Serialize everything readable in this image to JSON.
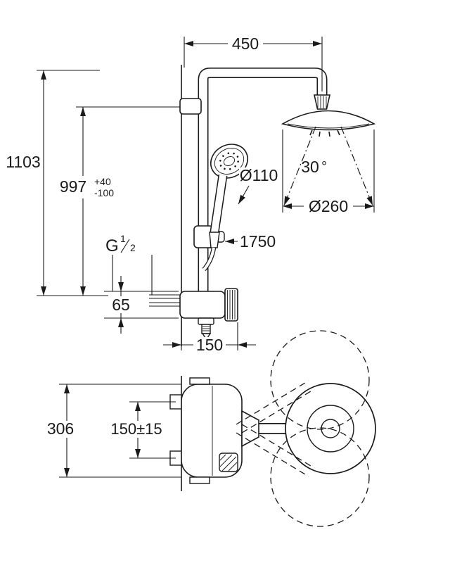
{
  "dims": {
    "projection": "450",
    "total_height": "1103",
    "riser_height": "997",
    "riser_tol_plus": "+40",
    "riser_tol_minus": "-100",
    "handshower_dia": "Ø110",
    "spray_angle": "30",
    "degree": "°",
    "headshower_dia": "Ø260",
    "hose_length": "1750",
    "thread_prefix": "G",
    "thread_num": "1",
    "thread_den": "2",
    "valve_height": "65",
    "valve_depth": "150",
    "plan_height": "306",
    "inlet_spacing": "150±15"
  },
  "colors": {
    "line": "#1a1a1a",
    "background": "#ffffff"
  }
}
